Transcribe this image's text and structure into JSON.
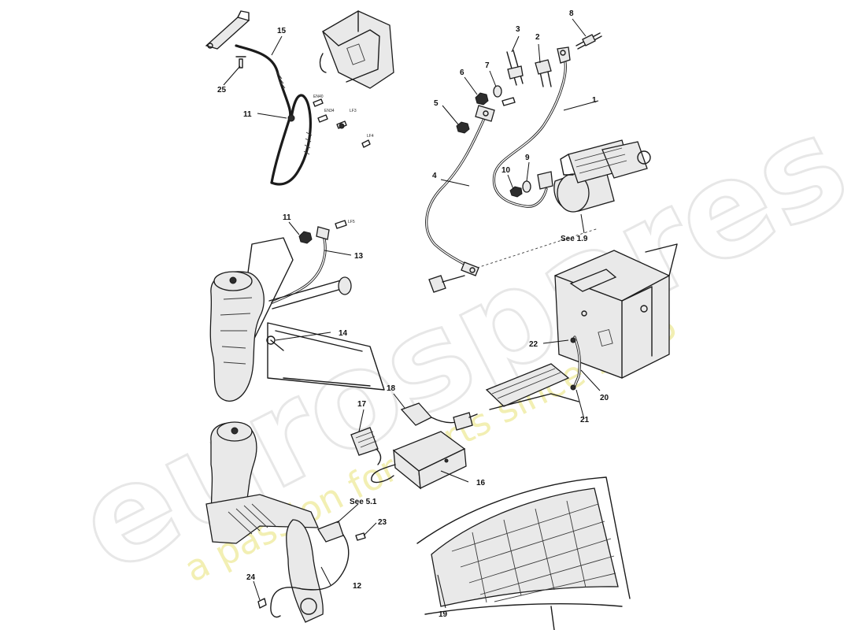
{
  "watermark": {
    "brand": "eurospares",
    "tagline": "a passion for parts since 1985"
  },
  "callouts": {
    "c1": "1",
    "c2": "2",
    "c3": "3",
    "c4": "4",
    "c5": "5",
    "c6": "6",
    "c7": "7",
    "c8": "8",
    "c9": "9",
    "c10": "10",
    "c11a": "11",
    "c11b": "11",
    "c12": "12",
    "c13": "13",
    "c14": "14",
    "c15": "15",
    "c16": "16",
    "c17": "17",
    "c18": "18",
    "c19": "19",
    "c20": "20",
    "c21": "21",
    "c22": "22",
    "c23": "23",
    "c24": "24",
    "c25": "25"
  },
  "references": {
    "see_1_9": "See 1.9",
    "see_5_1": "See 5.1"
  },
  "small_labels": {
    "bolt_a": "EN40",
    "bolt_b": "EN34",
    "bolt_c": "LF3",
    "bolt_d": "LF4",
    "bolt_e": "LF5"
  },
  "colors": {
    "linework": "#1b1b1b",
    "watermark_grey": "#d4d4d4",
    "watermark_yellow": "#eeea9a"
  }
}
